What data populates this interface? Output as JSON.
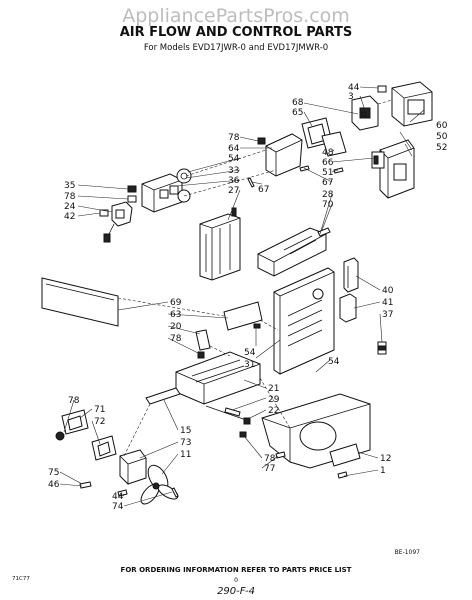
{
  "watermark": "AppliancePartsPros.com",
  "title": "AIR FLOW AND CONTROL PARTS",
  "subtitle": "For Models EVD17JWR-0 and EVD17JMWR-0",
  "footer": {
    "ordering": "FOR ORDERING INFORMATION REFER TO PARTS PRICE LIST",
    "ref_code": "BE-1097",
    "left_code": "71C77",
    "page_mark": "0",
    "handwritten": "290-F-4"
  },
  "callouts": [
    {
      "id": "c44a",
      "text": "44"
    },
    {
      "id": "c3",
      "text": "3"
    },
    {
      "id": "c68",
      "text": "68"
    },
    {
      "id": "c65",
      "text": "65"
    },
    {
      "id": "c60",
      "text": "60"
    },
    {
      "id": "c50",
      "text": "50"
    },
    {
      "id": "c52",
      "text": "52"
    },
    {
      "id": "c48",
      "text": "48"
    },
    {
      "id": "c66",
      "text": "66"
    },
    {
      "id": "c51",
      "text": "51"
    },
    {
      "id": "c67a",
      "text": "67"
    },
    {
      "id": "c28",
      "text": "28"
    },
    {
      "id": "c70",
      "text": "70"
    },
    {
      "id": "c78a",
      "text": "78"
    },
    {
      "id": "c64",
      "text": "64"
    },
    {
      "id": "c54a",
      "text": "54"
    },
    {
      "id": "c33",
      "text": "33"
    },
    {
      "id": "c36",
      "text": "36"
    },
    {
      "id": "c27",
      "text": "27"
    },
    {
      "id": "c67b",
      "text": "67"
    },
    {
      "id": "c35",
      "text": "35"
    },
    {
      "id": "c78b",
      "text": "78"
    },
    {
      "id": "c24",
      "text": "24"
    },
    {
      "id": "c42",
      "text": "42"
    },
    {
      "id": "c40",
      "text": "40"
    },
    {
      "id": "c41",
      "text": "41"
    },
    {
      "id": "c37",
      "text": "37"
    },
    {
      "id": "c69",
      "text": "69"
    },
    {
      "id": "c63",
      "text": "63"
    },
    {
      "id": "c20",
      "text": "20"
    },
    {
      "id": "c78c",
      "text": "78"
    },
    {
      "id": "c54b",
      "text": "54"
    },
    {
      "id": "c31",
      "text": "31"
    },
    {
      "id": "c54c",
      "text": "54"
    },
    {
      "id": "c21",
      "text": "21"
    },
    {
      "id": "c29",
      "text": "29"
    },
    {
      "id": "c22",
      "text": "22"
    },
    {
      "id": "c78d",
      "text": "78"
    },
    {
      "id": "c71",
      "text": "71"
    },
    {
      "id": "c72",
      "text": "72"
    },
    {
      "id": "c15",
      "text": "15"
    },
    {
      "id": "c73",
      "text": "73"
    },
    {
      "id": "c11",
      "text": "11"
    },
    {
      "id": "c75",
      "text": "75"
    },
    {
      "id": "c46",
      "text": "46"
    },
    {
      "id": "c44b",
      "text": "44"
    },
    {
      "id": "c74",
      "text": "74"
    },
    {
      "id": "c78e",
      "text": "78"
    },
    {
      "id": "c77",
      "text": "77"
    },
    {
      "id": "c12",
      "text": "12"
    },
    {
      "id": "c1",
      "text": "1"
    }
  ]
}
